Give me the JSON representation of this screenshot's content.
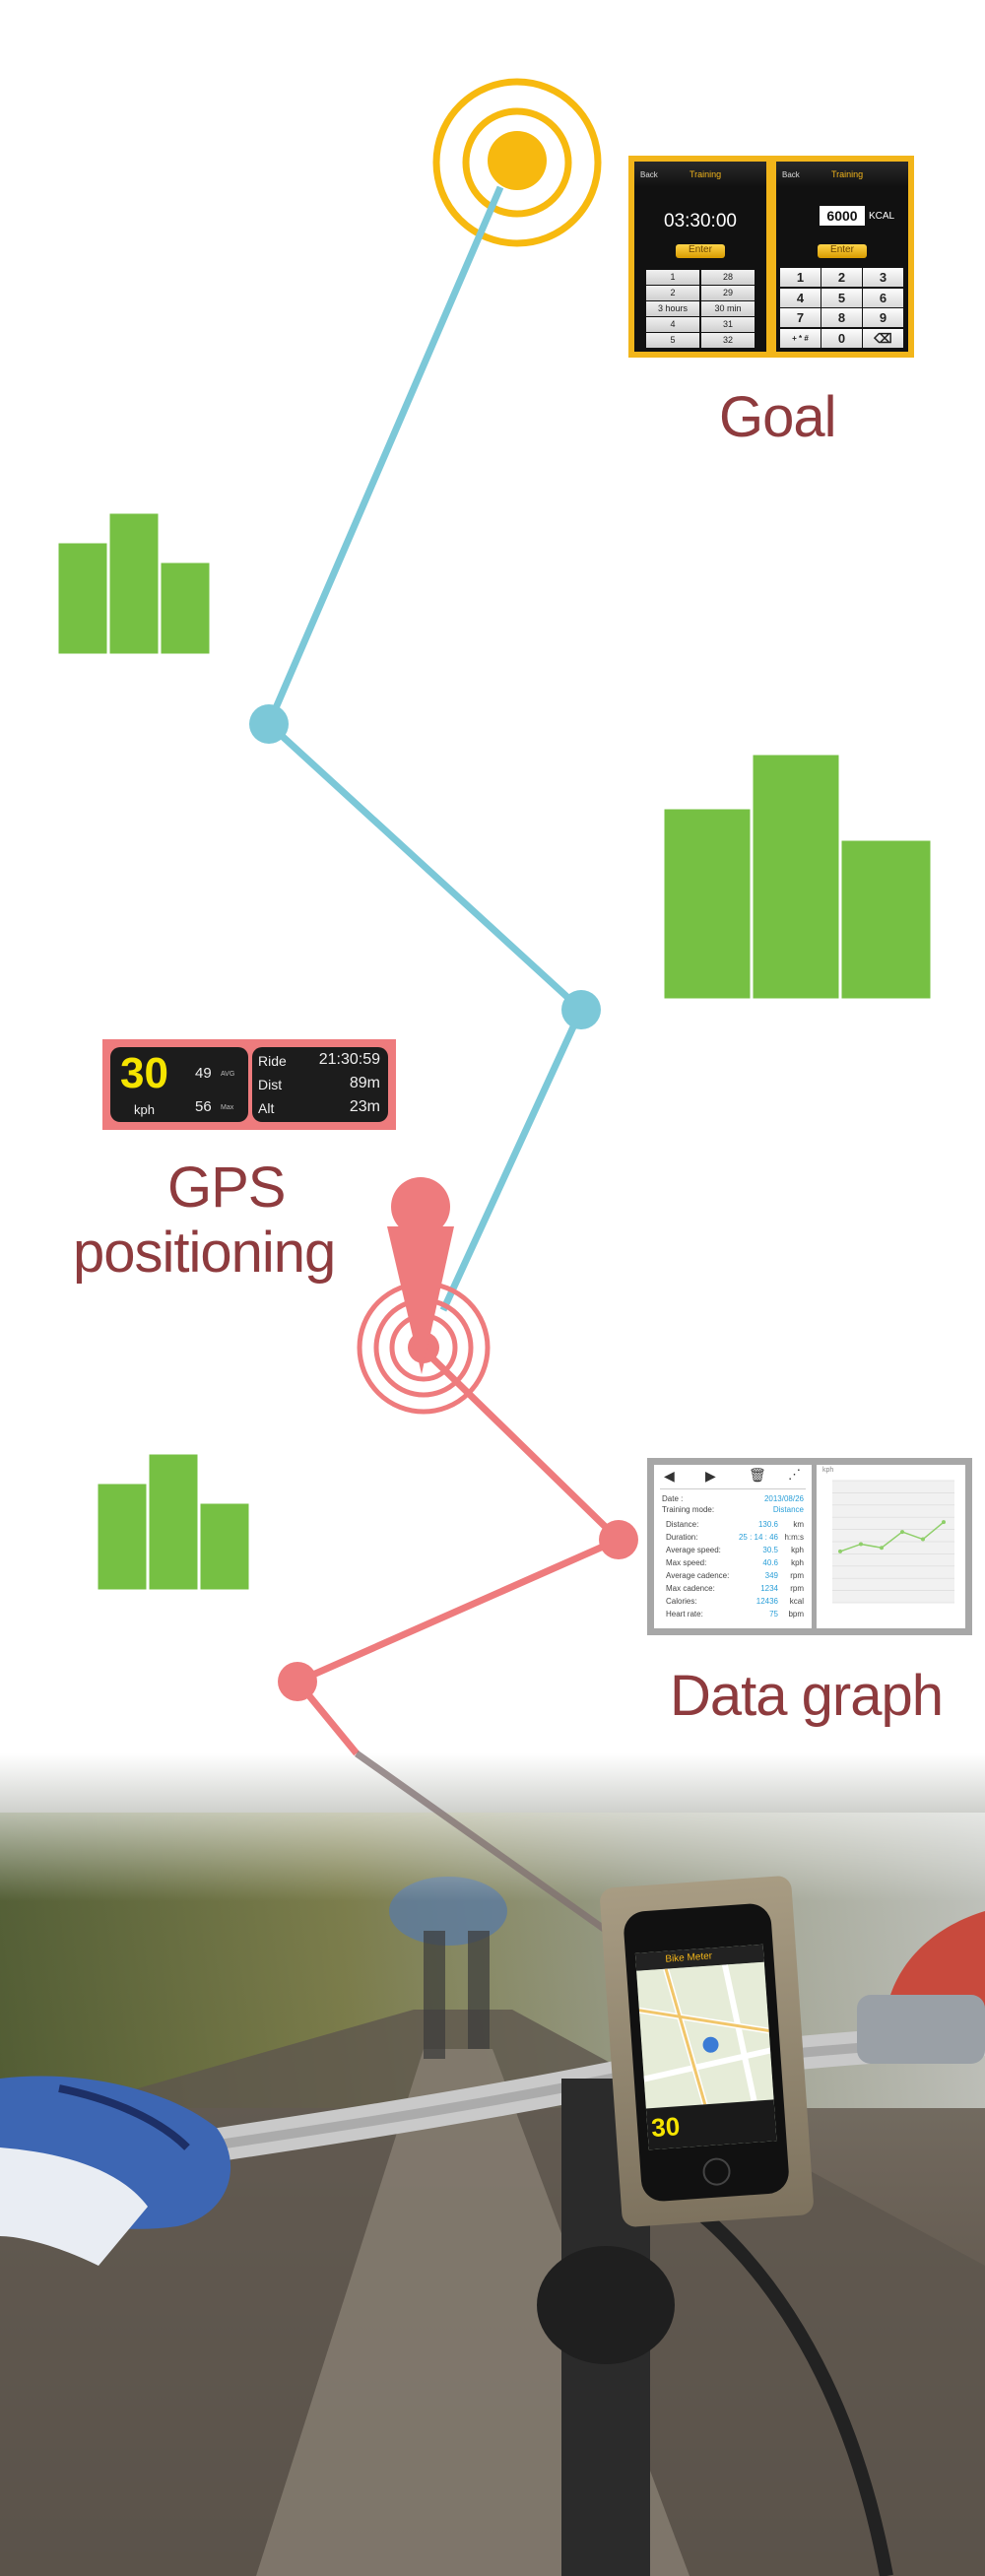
{
  "goal_section": {
    "heading": "Goal",
    "timer_screen": {
      "back": "Back",
      "title": "Training",
      "time_value": "03:30:00",
      "enter": "Enter",
      "picker_left": [
        "1",
        "2",
        "3 hours",
        "4",
        "5"
      ],
      "picker_right": [
        "28",
        "29",
        "30 min",
        "31",
        "32"
      ]
    },
    "calorie_screen": {
      "back": "Back",
      "title": "Training",
      "value": "6000",
      "unit": "KCAL",
      "enter": "Enter",
      "keys": [
        "1",
        "2",
        "3",
        "4",
        "5",
        "6",
        "7",
        "8",
        "9",
        "+ * #",
        "0",
        "⌫"
      ]
    }
  },
  "gps_section": {
    "heading_line1": "GPS",
    "heading_line2": "positioning",
    "speed": "30",
    "speed_unit": "kph",
    "avg_value": "49",
    "avg_label": "AVG",
    "max_value": "56",
    "max_label": "Max",
    "ride_label": "Ride",
    "ride_value": "21:30:59",
    "dist_label": "Dist",
    "dist_value": "89m",
    "alt_label": "Alt",
    "alt_value": "23m"
  },
  "data_section": {
    "heading": "Data graph",
    "date_label": "Date :",
    "date_value": "2013/08/26",
    "mode_label": "Training mode:",
    "mode_value": "Distance",
    "rows": [
      {
        "label": "Distance:",
        "value": "130.6",
        "unit": "km"
      },
      {
        "label": "Duration:",
        "value": "25 : 14 : 46",
        "unit": "h:m:s"
      },
      {
        "label": "Average speed:",
        "value": "30.5",
        "unit": "kph"
      },
      {
        "label": "Max speed:",
        "value": "40.6",
        "unit": "kph"
      },
      {
        "label": "Average cadence:",
        "value": "349",
        "unit": "rpm"
      },
      {
        "label": "Max cadence:",
        "value": "1234",
        "unit": "rpm"
      },
      {
        "label": "Calories:",
        "value": "12436",
        "unit": "kcal"
      },
      {
        "label": "Heart rate:",
        "value": "75",
        "unit": "bpm"
      }
    ],
    "graph_unit": "kph",
    "graph_points": [
      0.42,
      0.48,
      0.45,
      0.58,
      0.52,
      0.66
    ]
  },
  "phone": {
    "title": "Bike Meter",
    "speed": "30"
  },
  "colors": {
    "route_blue": "#7cc8d8",
    "route_red": "#ee7b7d",
    "goal_orange": "#f7b90f",
    "bar_green": "#76c043",
    "heading_brown": "#8e3b3e"
  }
}
